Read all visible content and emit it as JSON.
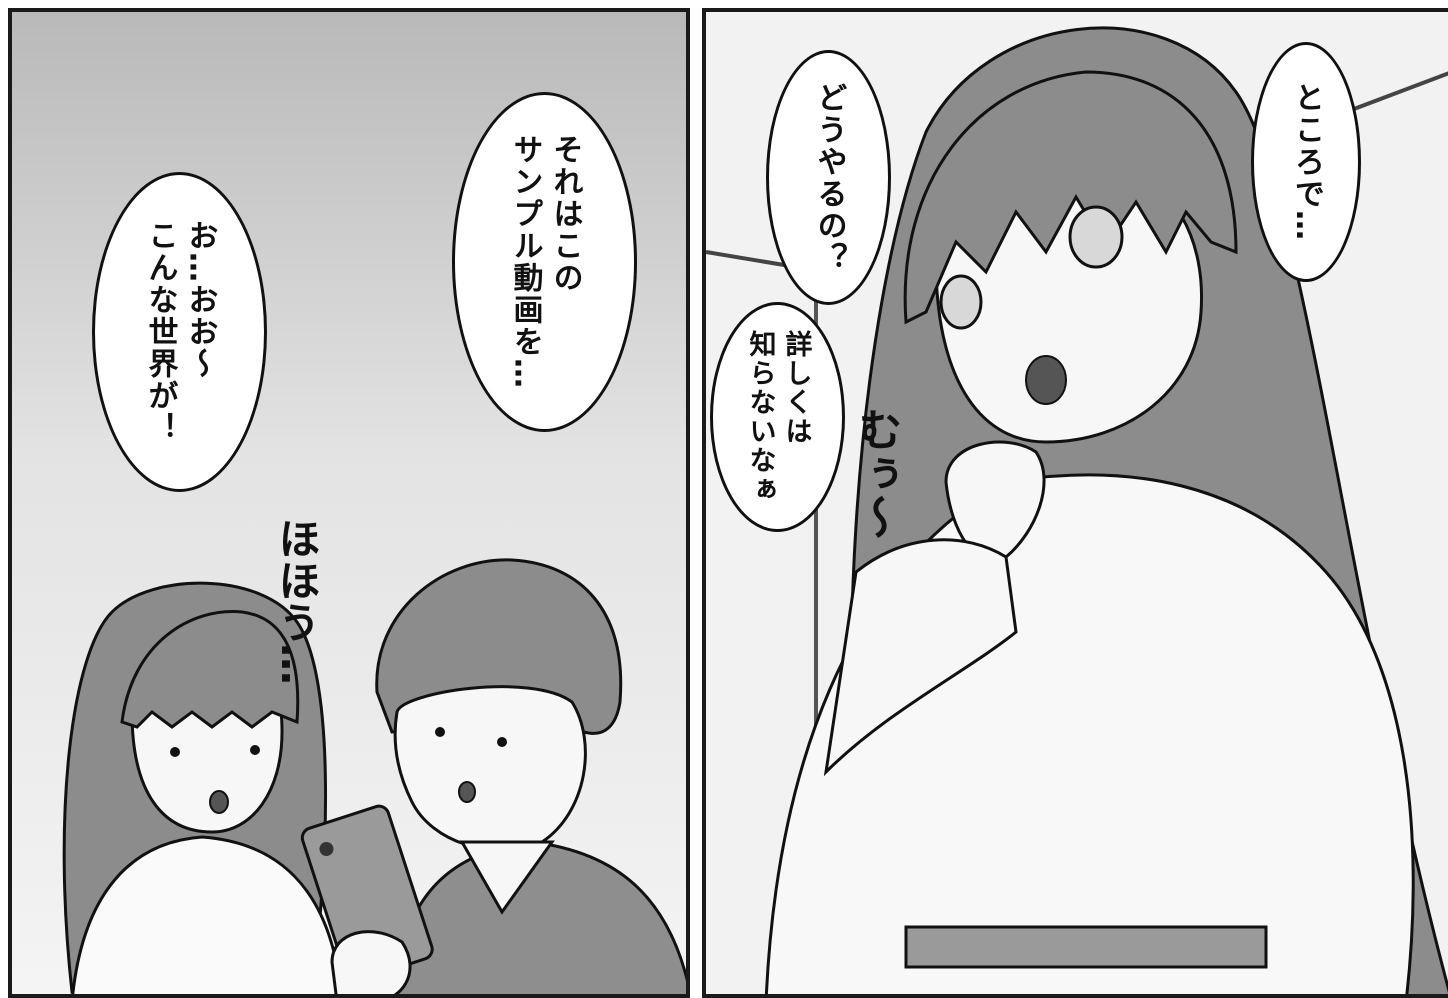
{
  "panels": {
    "left": {
      "bubble_1": "お…おお～\nこんな世界が！",
      "bubble_2": "それはこの\nサンプル動画を…",
      "sfx": "ほほう…"
    },
    "right": {
      "bubble_1": "ところで…",
      "bubble_2": "どうやるの？",
      "bubble_3": "詳しくは\n知らないなぁ",
      "sfx": "むぅ～"
    }
  },
  "colors": {
    "ink": "#111111",
    "screentone": "#bdbdbd",
    "paper": "#ffffff"
  }
}
